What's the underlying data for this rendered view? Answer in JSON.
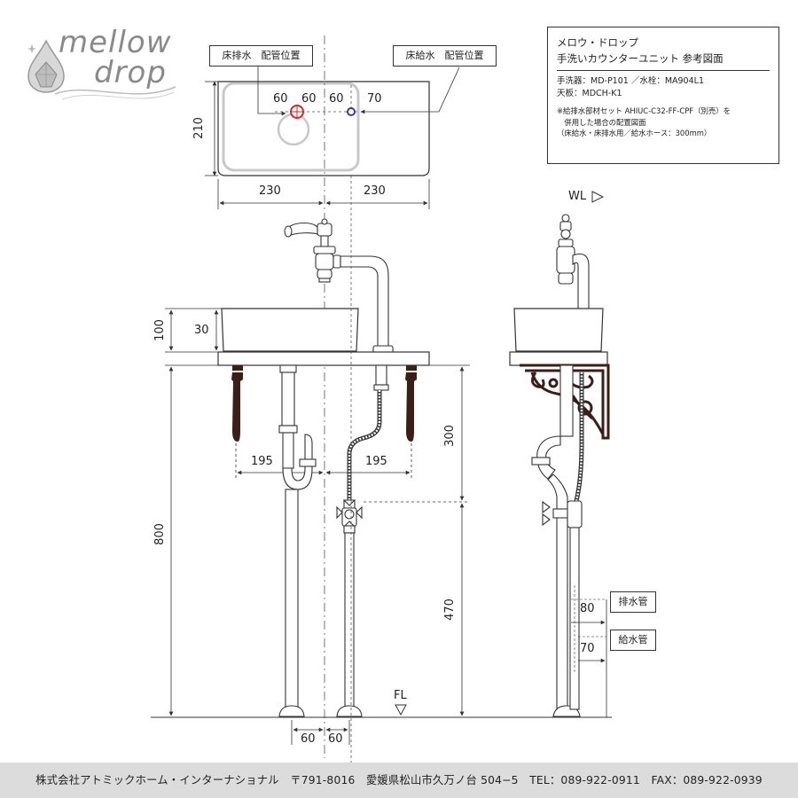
{
  "logo": {
    "line1": "mellow",
    "line2": "drop",
    "icon": "droplet-gem-icon"
  },
  "info_box": {
    "title1": "メロウ・ドロップ",
    "title2": "手洗いカウンターユニット 参考図面",
    "spec1": "手洗器：MD-P101 ／水栓：MA904L1",
    "spec2": "天板：MDCH-K1",
    "note1": "※給排水部材セット AHIUC-C32-FF-CPF（別売）を",
    "note2": "　併用した場合の配置図面",
    "note3": "（床給水・床排水用／給水ホース：300mm）"
  },
  "callouts": {
    "drain_position": "床排水　配管位置",
    "supply_position": "床給水　配管位置",
    "drain_pipe": "排水管",
    "supply_pipe": "給水管"
  },
  "markers": {
    "wl": "WL",
    "fl": "FL"
  },
  "dimensions": {
    "top_60_left": "60",
    "top_60_right": "60",
    "top_60_third": "60",
    "top_70": "70",
    "depth_210": "210",
    "width_left_230": "230",
    "width_right_230": "230",
    "basin_100": "100",
    "basin_30": "30",
    "bracket_195_left": "195",
    "bracket_195_right": "195",
    "hose_300": "300",
    "height_800": "800",
    "valve_470": "470",
    "side_80": "80",
    "side_70": "70",
    "bottom_60_left": "60",
    "bottom_60_right": "60"
  },
  "colors": {
    "drain_marker": "#d9262b",
    "supply_marker": "#3a3aa8",
    "bracket": "#3a1e17",
    "footer_bg": "#dcdcdc"
  },
  "footer": "株式会社アトミックホーム・インターナショナル　〒791-8016　愛媛県松山市久万ノ台 504−5　TEL：089-922-0911　FAX：089-922-0939"
}
